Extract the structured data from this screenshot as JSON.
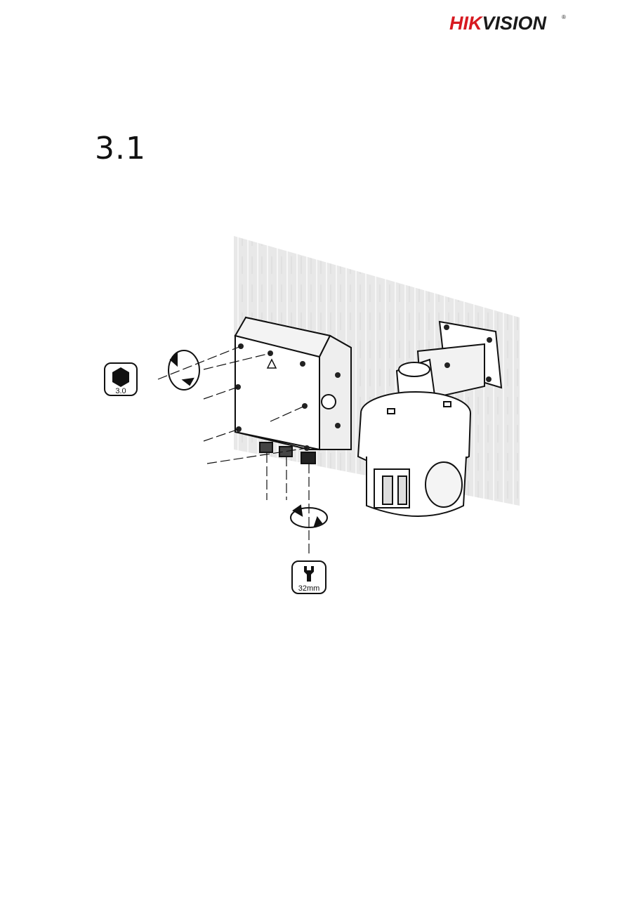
{
  "brand": {
    "logo_text": "HIKVISION",
    "logo_part_red": "HIK",
    "logo_part_dark": "VISION",
    "registered_mark": "®",
    "red": "#d71920",
    "dark": "#1a1a1a"
  },
  "section": {
    "number": "3.1"
  },
  "figure": {
    "hex_tool_label": "3.0",
    "wrench_tool_label": "32mm",
    "icons": [
      "hex-key-icon",
      "wrench-icon",
      "rotate-arrow-icon"
    ]
  }
}
